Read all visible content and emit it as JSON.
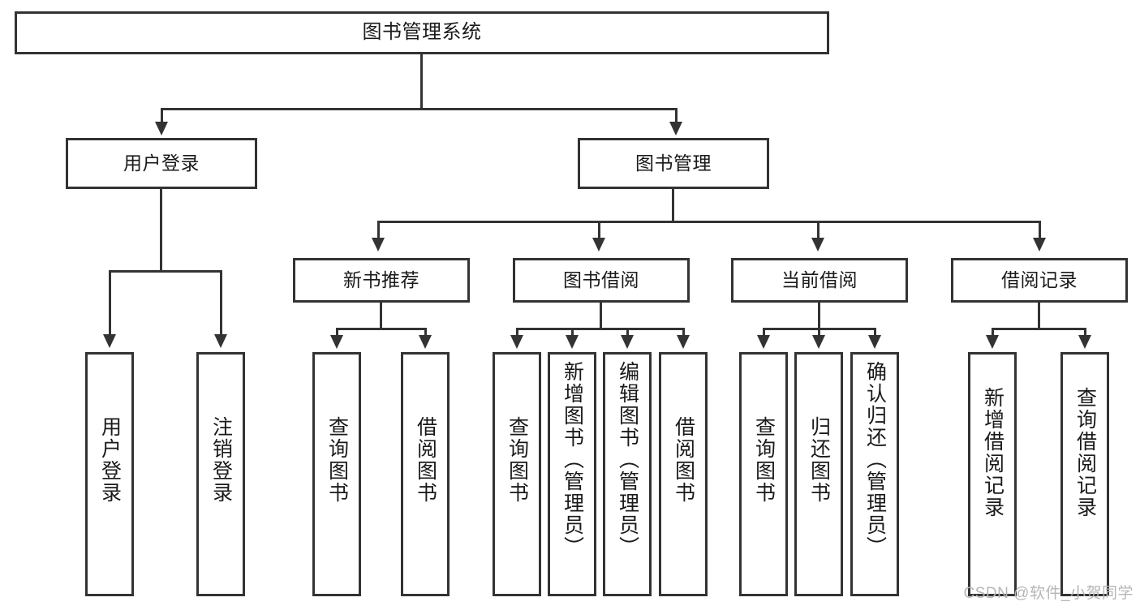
{
  "diagram": {
    "title": "图书管理系统",
    "type": "tree-hierarchy",
    "root": {
      "label": "图书管理系统"
    },
    "level2": [
      {
        "label": "用户登录"
      },
      {
        "label": "图书管理"
      }
    ],
    "level3": [
      {
        "label": "新书推荐"
      },
      {
        "label": "图书借阅"
      },
      {
        "label": "当前借阅"
      },
      {
        "label": "借阅记录"
      }
    ],
    "leaves": {
      "user_login": [
        {
          "label": "用户登录"
        },
        {
          "label": "注销登录"
        }
      ],
      "new_book_recommend": [
        {
          "label": "查询图书"
        },
        {
          "label": "借阅图书"
        }
      ],
      "book_borrow": [
        {
          "label": "查询图书"
        },
        {
          "label": "新增图书（管理员）"
        },
        {
          "label": "编辑图书（管理员）"
        },
        {
          "label": "借阅图书"
        }
      ],
      "current_borrow": [
        {
          "label": "查询图书"
        },
        {
          "label": "归还图书"
        },
        {
          "label": "确认归还（管理员）"
        }
      ],
      "borrow_record": [
        {
          "label": "新增借阅记录"
        },
        {
          "label": "查询借阅记录"
        }
      ]
    }
  },
  "watermark": {
    "text": "CSDN @软件_小贺同学"
  },
  "colors": {
    "stroke": "#333333",
    "fill": "#ffffff",
    "text": "#1a1a1a",
    "watermark": "#b6b6b6"
  }
}
